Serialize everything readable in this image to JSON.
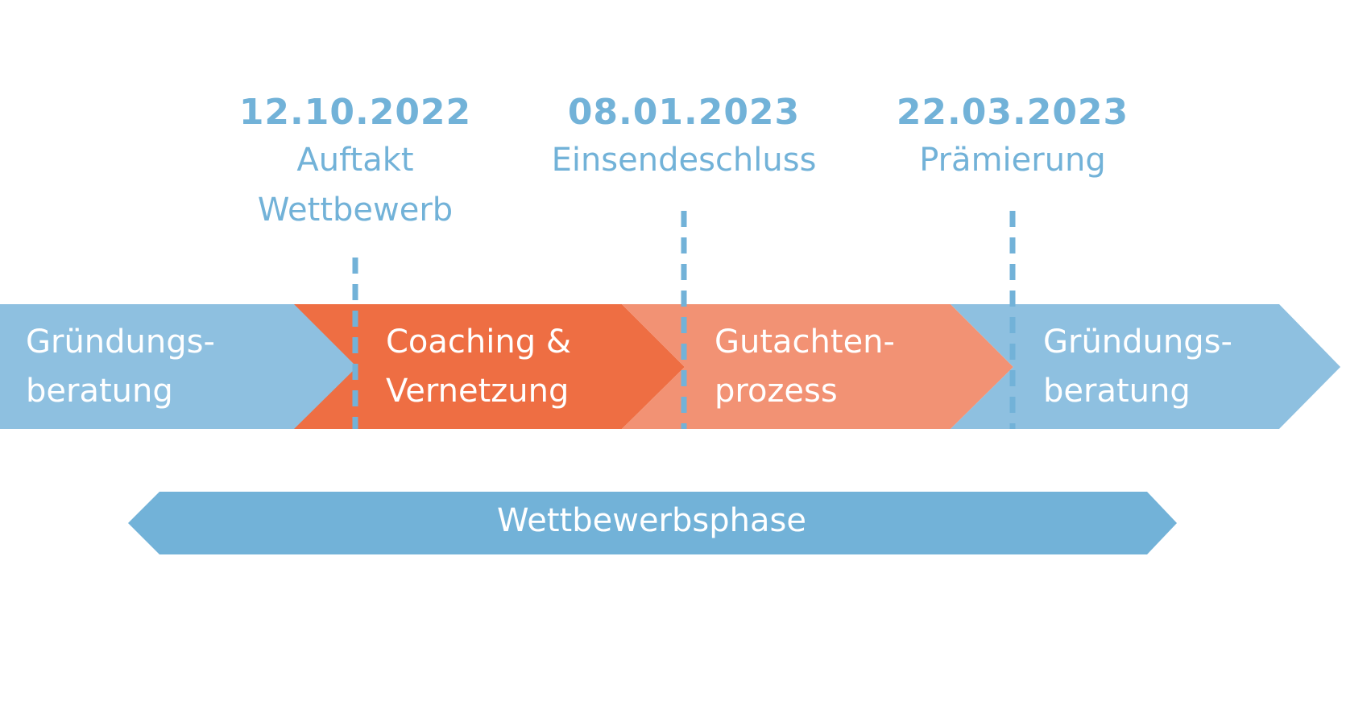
{
  "milestones": [
    {
      "date": "12.10.2022",
      "label": "Auftakt\nWettbewerb"
    },
    {
      "date": "08.01.2023",
      "label": "Einsendeschluss"
    },
    {
      "date": "22.03.2023",
      "label": "Prämierung"
    }
  ],
  "phases": [
    {
      "label": "Gründungs-\nberatung",
      "color": "#8ec0e0"
    },
    {
      "label": "Coaching &\nVernetzung",
      "color": "#ee6e43"
    },
    {
      "label": "Gutachten-\nprozess",
      "color": "#f29274"
    },
    {
      "label": "Gründungs-\nberatung",
      "color": "#8ec0e0"
    }
  ],
  "competition_phase": {
    "label": "Wettbewerbsphase",
    "color": "#72b2d8"
  },
  "colors": {
    "text_blue": "#72b2d8",
    "divider": "#72b2d8",
    "background": "#ffffff"
  }
}
